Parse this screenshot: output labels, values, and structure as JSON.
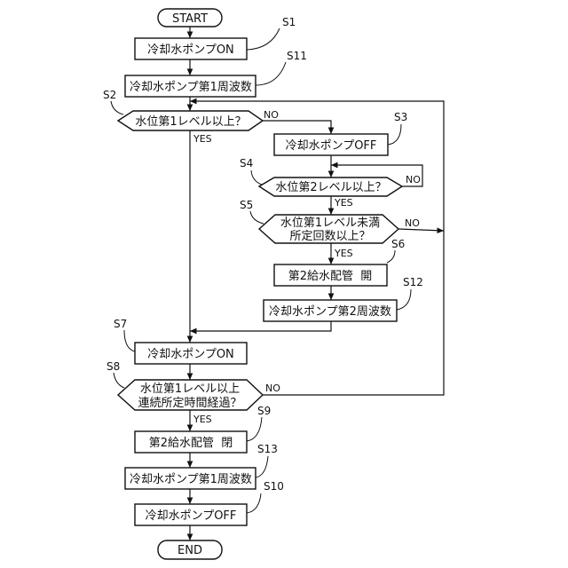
{
  "flowchart": {
    "start": "START",
    "end": "END",
    "steps": {
      "s1": {
        "id": "S1",
        "text": "冷却水ポンプON"
      },
      "s11": {
        "id": "S11",
        "text": "冷却水ポンプ第1周波数"
      },
      "s2": {
        "id": "S2",
        "text": "水位第1レベル以上？"
      },
      "s3": {
        "id": "S3",
        "text": "冷却水ポンプOFF"
      },
      "s4": {
        "id": "S4",
        "text": "水位第2レベル以上？"
      },
      "s5": {
        "id": "S5",
        "line1": "水位第1レベル未満",
        "line2": "所定回数以上？"
      },
      "s6": {
        "id": "S6",
        "text": "第2給水配管  開"
      },
      "s12": {
        "id": "S12",
        "text": "冷却水ポンプ第2周波数"
      },
      "s7": {
        "id": "S7",
        "text": "冷却水ポンプON"
      },
      "s8": {
        "id": "S8",
        "line1": "水位第1レベル以上",
        "line2": "連続所定時間経過？"
      },
      "s9": {
        "id": "S9",
        "text": "第2給水配管  閉"
      },
      "s13": {
        "id": "S13",
        "text": "冷却水ポンプ第1周波数"
      },
      "s10": {
        "id": "S10",
        "text": "冷却水ポンプOFF"
      }
    },
    "labels": {
      "yes": "YES",
      "no": "NO"
    }
  }
}
